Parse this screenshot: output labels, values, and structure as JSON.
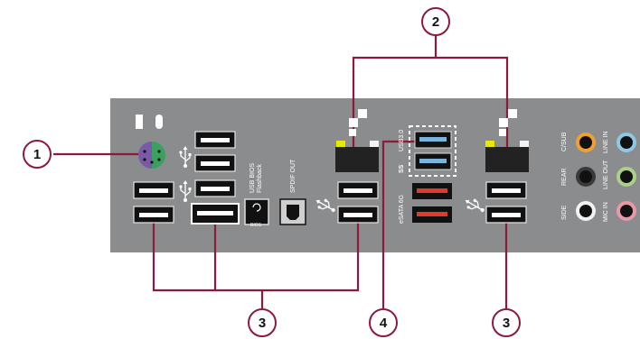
{
  "callouts": {
    "one": "1",
    "two": "2",
    "three_left": "3",
    "four": "4",
    "three_right": "3"
  },
  "labels": {
    "usb_bios_flashback": "USB BIOS\nFlashback",
    "bios_button": "BIOS",
    "spdif_out": "SPDIF OUT",
    "usb30": "USB3.0",
    "ss": "SS",
    "esata": "eSATA 6G",
    "csub": "C/SUB",
    "rear": "REAR",
    "side": "SIDE",
    "line_in": "LINE IN",
    "line_out": "LINE OUT",
    "mic_in": "MIC IN"
  },
  "colors": {
    "panel": "#8a8c8e",
    "callout_line": "#8c1a3a",
    "usb3_blue": "#7ab6dc",
    "esata_red": "#e03a2a",
    "jack_orange": "#f0a030",
    "jack_black": "#3a3a3a",
    "jack_white": "#f2f2f2",
    "jack_blue": "#8fc8e6",
    "jack_green": "#a8d28a",
    "jack_pink": "#e899a8",
    "led_yellow": "#e8e800",
    "ps2_purple": "#7a5aa8",
    "ps2_green": "#3aa060"
  },
  "icons": [
    "usb-trident-icon",
    "bios-flashback-icon",
    "spdif-optical-icon",
    "ps2-port-icon",
    "lan-port-icon",
    "audio-jack-icon"
  ]
}
